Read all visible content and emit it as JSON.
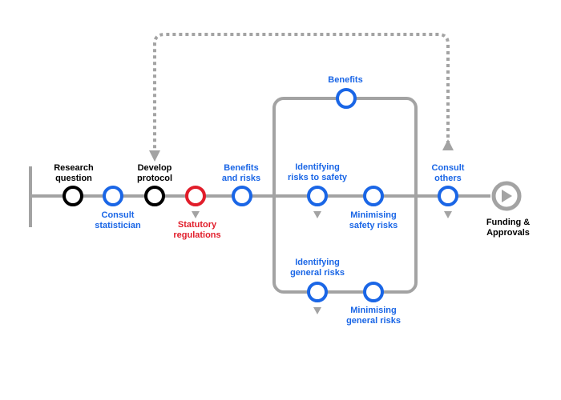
{
  "colors": {
    "line": "#a3a3a3",
    "blue": "#1a66e6",
    "black": "#000000",
    "red": "#e11d2a",
    "end": "#a3a3a3"
  },
  "nodes": {
    "research_question": {
      "label": "Research\nquestion",
      "color": "black"
    },
    "consult_statistician": {
      "label": "Consult\nstatistician",
      "color": "blue"
    },
    "develop_protocol": {
      "label": "Develop\nprotocol",
      "color": "black"
    },
    "statutory_regulations": {
      "label": "Statutory\nregulations",
      "color": "red"
    },
    "benefits_and_risks": {
      "label": "Benefits\nand risks",
      "color": "blue"
    },
    "benefits": {
      "label": "Benefits",
      "color": "blue"
    },
    "identifying_risks_to_safety": {
      "label": "Identifying\nrisks to safety",
      "color": "blue"
    },
    "minimising_safety_risks": {
      "label": "Minimising\nsafety risks",
      "color": "blue"
    },
    "identifying_general_risks": {
      "label": "Identifying\ngeneral risks",
      "color": "blue"
    },
    "minimising_general_risks": {
      "label": "Minimising\ngeneral risks",
      "color": "blue"
    },
    "consult_others": {
      "label": "Consult\nothers",
      "color": "blue"
    },
    "funding_approvals": {
      "label": "Funding &\nApprovals",
      "color": "black"
    }
  }
}
